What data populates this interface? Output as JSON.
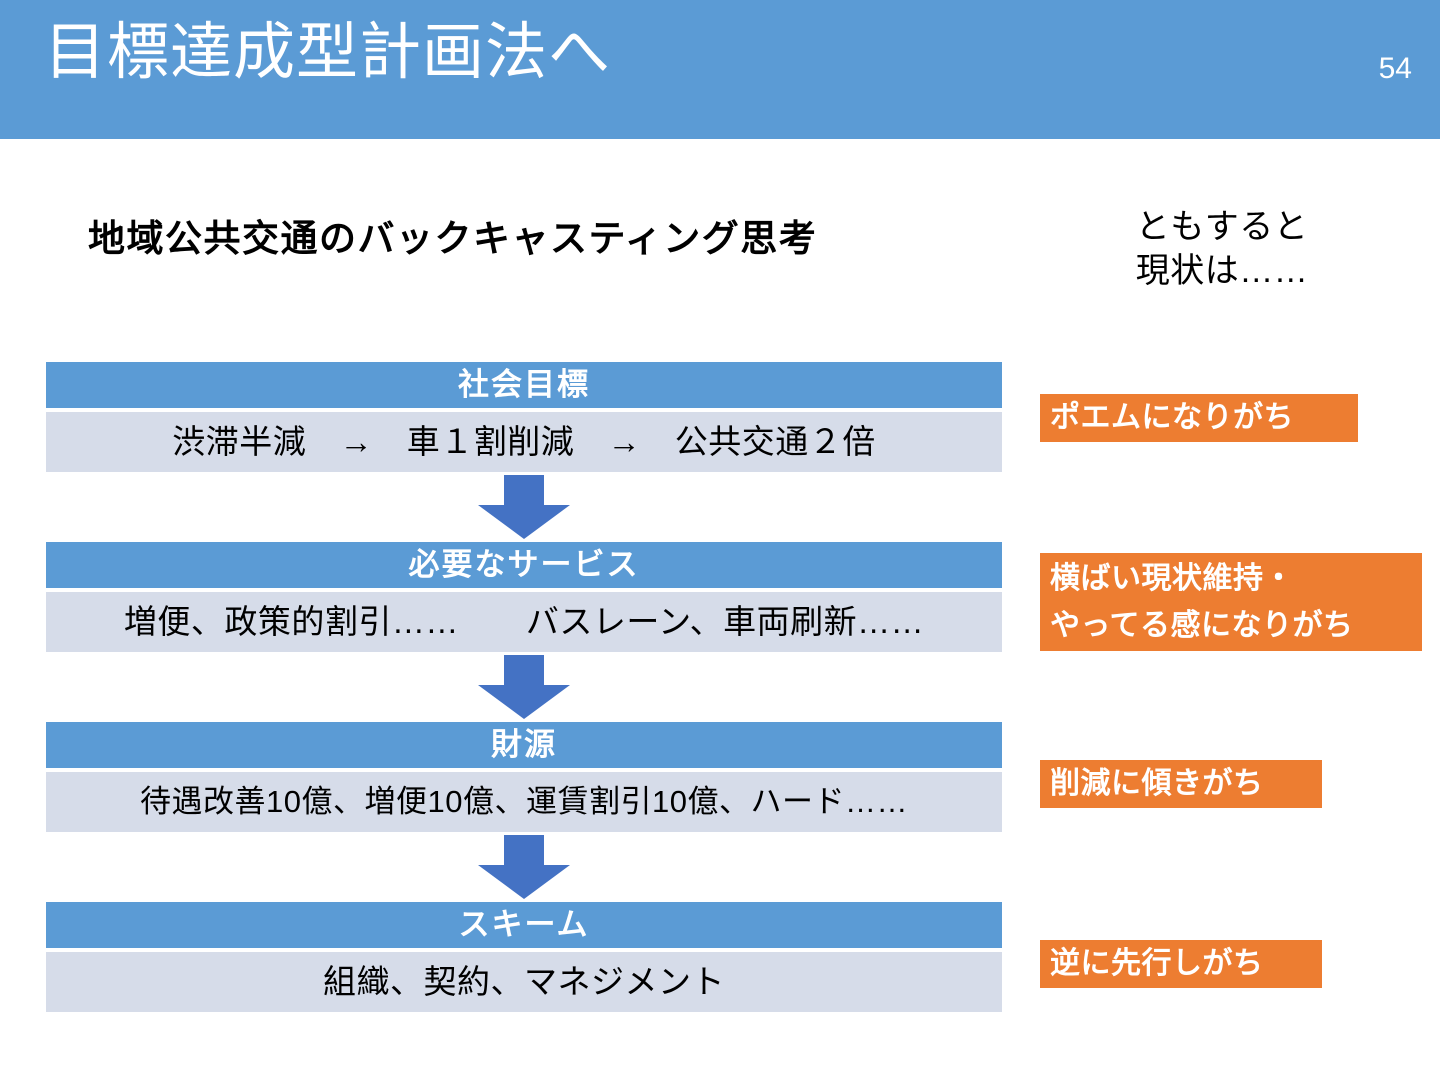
{
  "slide": {
    "title": "目標達成型計画法へ",
    "page_number": "54",
    "title_bar_color": "#5B9BD5"
  },
  "headings": {
    "left": "地域公共交通のバックキャスティング思考",
    "right_line1": "ともすると",
    "right_line2": "現状は……"
  },
  "colors": {
    "header_blue": "#5B9BD5",
    "body_blue_gray": "#D6DCE9",
    "arrow_blue": "#4472C4",
    "callout_orange": "#ED7D31",
    "text_white": "#FFFFFF",
    "text_black": "#000000"
  },
  "flow": {
    "blocks": [
      {
        "header": "社会目標",
        "body": "渋滞半減　→　車１割削減　→　公共交通２倍"
      },
      {
        "header": "必要なサービス",
        "body": "増便、政策的割引……　　バスレーン、車両刷新……"
      },
      {
        "header": "財源",
        "body": "待遇改善10億、増便10億、運賃割引10億、ハード……"
      },
      {
        "header": "スキーム",
        "body": "組織、契約、マネジメント"
      }
    ],
    "arrow_icon": "arrow-down-icon"
  },
  "callouts": [
    {
      "text": "ポエムになりがち"
    },
    {
      "line1": "横ばい現状維持・",
      "line2": "やってる感になりがち"
    },
    {
      "text": "削減に傾きがち"
    },
    {
      "text": "逆に先行しがち"
    }
  ]
}
